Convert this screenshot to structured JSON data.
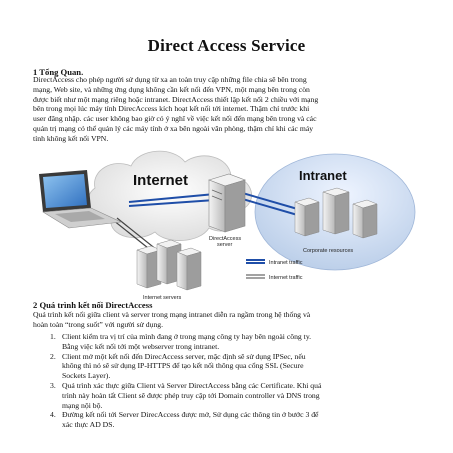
{
  "title": "Direct Access Service",
  "section1": {
    "heading": "1 Tổng Quan.",
    "lines": [
      "DirectAccess cho phép người sử dụng từ xa an toàn truy cập những file chia sẽ bên trong",
      "mạng, Web site, và những ứng dụng không cần kết nối đến VPN, một mạng bên trong còn",
      "được biết như một mạng riêng hoặc intranet. DirectAccess thiết lập kết nối 2 chiều với mạng",
      "bên trong mọi lúc máy tính DirecAccess kích hoạt kết nối tới internet. Thậm chí trước khi",
      "user đăng nhập. các user không bao giờ có ý nghĩ về việc kết nối đến mạng bên trong và các",
      "quản trị mạng có thể quản lý các máy tính ở xa bên ngoài văn phòng, thậm chí khi các máy",
      "tính không kết nối VPN."
    ]
  },
  "diagram": {
    "internet_label": "Internet",
    "intranet_label": "Intranet",
    "da_server_label": [
      "DirectAccess",
      "server"
    ],
    "corporate_label": "Corporate resources",
    "internet_servers_label": "Internet servers",
    "legend": [
      {
        "label": "Intranet traffic",
        "color": "#1f4ea8"
      },
      {
        "label": "Internet traffic",
        "color": "#444444"
      }
    ]
  },
  "section2": {
    "heading": "2 Quá trình kết nối DirectAccess",
    "intro": [
      "Quá trình kết nối giữa client và server trong mạng intranet diễn ra ngầm trong hệ thống và",
      "hoàn toàn “trong suốt” với người sử dụng."
    ],
    "items": [
      {
        "num": "1.",
        "lines": [
          "Client kiểm tra vị trí của mình đang ở trong mạng công ty hay bên ngoài công ty.",
          "Bằng việc kết nối tới một webserver trong intranet."
        ]
      },
      {
        "num": "2.",
        "lines": [
          "Client mở một kết nối đến DirecAccess server, mặc định sẽ sử dụng IPSec, nếu",
          "không thì nó sẽ sử dụng IP-HTTPS để tạo kết nối thông qua cổng SSL (Secure",
          "Sockets Layer)."
        ]
      },
      {
        "num": "3.",
        "lines": [
          "Quá trình xác thực giữa Client và Server DirectAccess bằng các Certificate. Khi quá",
          "trình này hoàn tất Client sẽ được phép truy cập tới Domain controller và DNS trong",
          "mạng nội bộ."
        ]
      },
      {
        "num": "4.",
        "lines": [
          "Đường kết nối tới Server DirecAccess được mở, Sử dụng các thông tin ở bước 3 để",
          "xác thực AD DS."
        ]
      }
    ]
  }
}
